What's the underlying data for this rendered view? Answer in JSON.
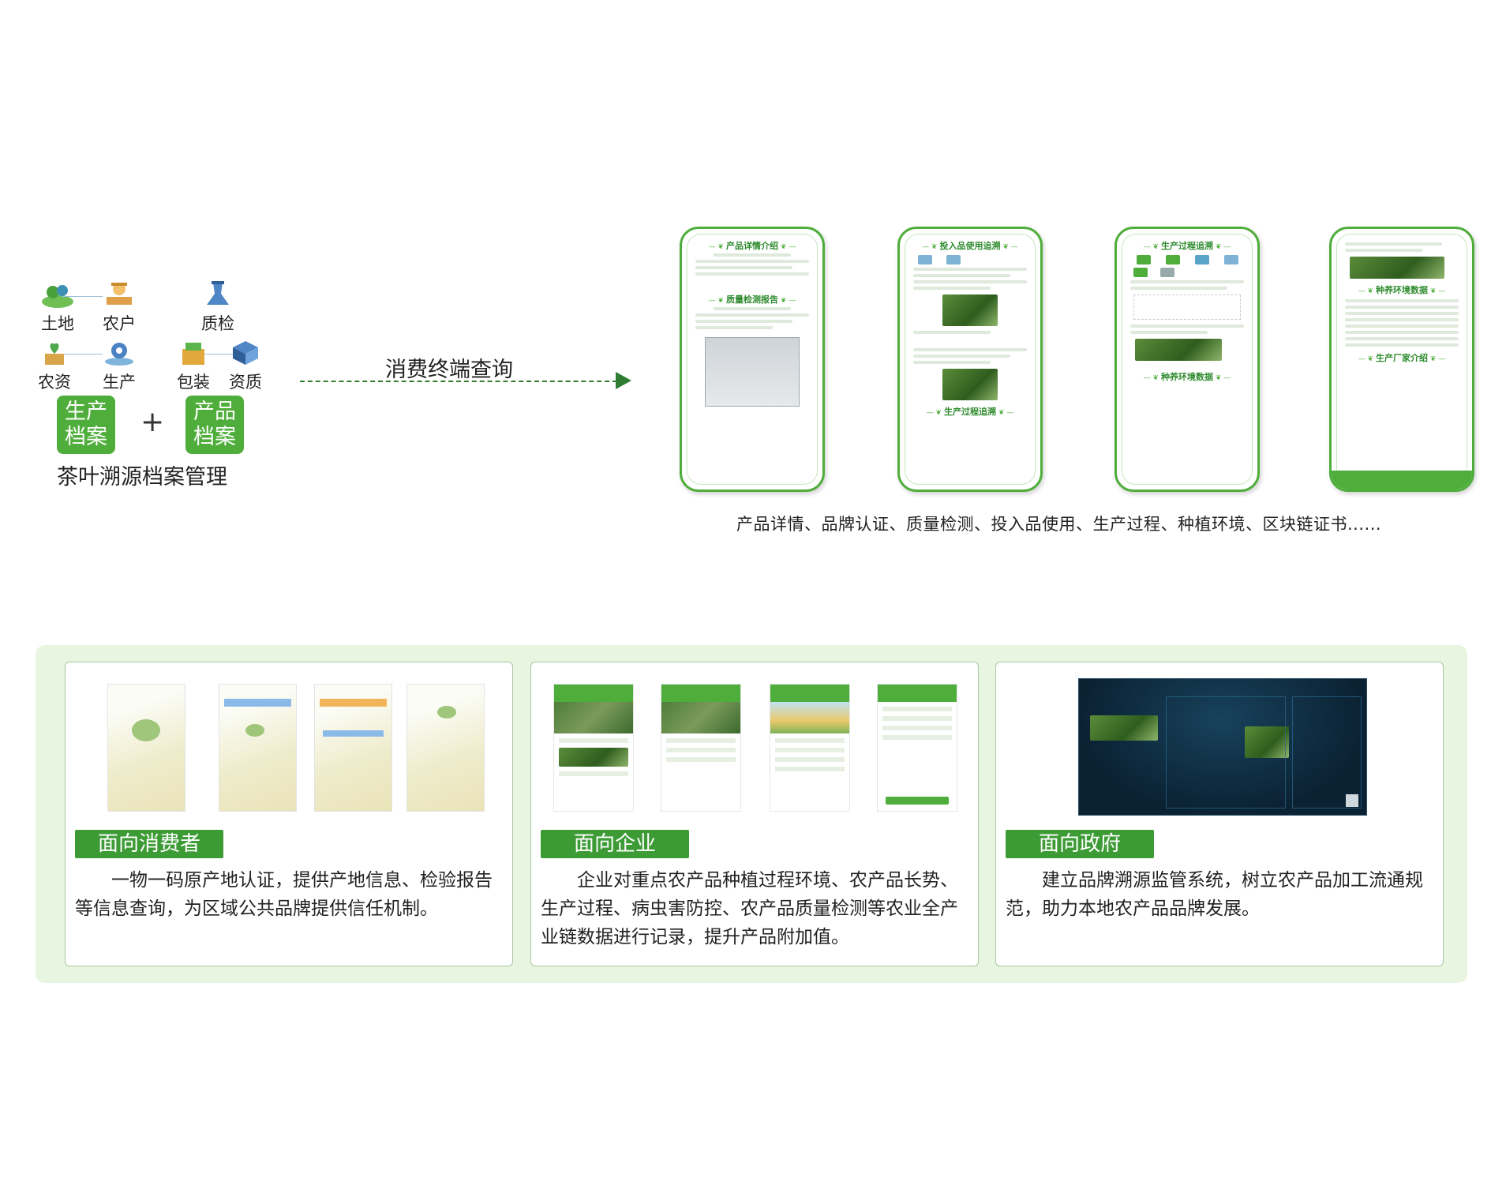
{
  "archive": {
    "icons": [
      {
        "label": "土地",
        "icon": "land-icon"
      },
      {
        "label": "农户",
        "icon": "farmer-icon"
      },
      {
        "label": "质检",
        "icon": "inspection-icon"
      },
      {
        "label": "农资",
        "icon": "agri-supplies-icon"
      },
      {
        "label": "生产",
        "icon": "production-icon"
      },
      {
        "label": "包装",
        "icon": "package-icon"
      },
      {
        "label": "资质",
        "icon": "qualification-icon"
      }
    ],
    "production_archive": "生产\n档案",
    "product_archive": "产品\n档案",
    "plus": "+",
    "title": "茶叶溯源档案管理"
  },
  "flow": {
    "label": "消费终端查询"
  },
  "phones": {
    "screens": [
      {
        "sections": [
          "产品详情介绍",
          "质量检测报告"
        ]
      },
      {
        "sections": [
          "投入品使用追溯",
          "生产过程追溯"
        ]
      },
      {
        "sections": [
          "生产过程追溯",
          "种养环境数据"
        ]
      },
      {
        "sections": [
          "种养环境数据",
          "生产厂家介绍"
        ]
      }
    ],
    "caption": "产品详情、品牌认证、质量检测、投入品使用、生产过程、种植环境、区块链证书......"
  },
  "cards": [
    {
      "tag": "面向消费者",
      "text": "一物一码原产地认证，提供产地信息、检验报告等信息查询，为区域公共品牌提供信任机制。"
    },
    {
      "tag": "面向企业",
      "text": "企业对重点农产品种植过程环境、农产品长势、生产过程、病虫害防控、农产品质量检测等农业全产业链数据进行记录，提升产品附加值。"
    },
    {
      "tag": "面向政府",
      "text": "建立品牌溯源监管系统，树立农产品加工流通规范，助力本地农产品品牌发展。"
    }
  ],
  "colors": {
    "brand_green": "#4fae3b",
    "tag_green": "#3d9b35",
    "panel_bg": "#e8f5e0",
    "dashboard_bg": "#0b2233"
  }
}
